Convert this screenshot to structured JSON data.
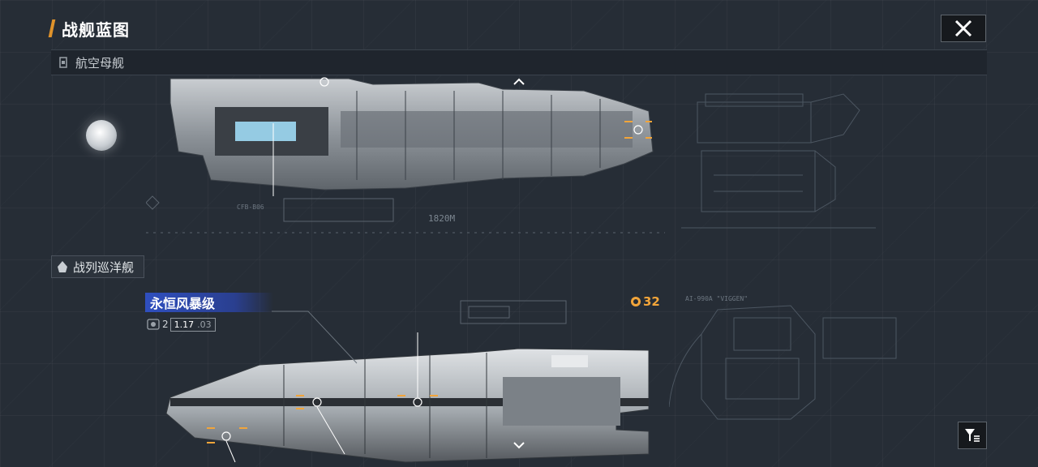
{
  "header": {
    "title": "战舰蓝图",
    "close_icon": "close-icon"
  },
  "sections": {
    "carrier": {
      "label": "航空母舰",
      "icon": "carrier-class-icon"
    },
    "cruiser": {
      "label": "战列巡洋舰",
      "icon": "battlecruiser-class-icon"
    }
  },
  "carrier_blueprint": {
    "length_text": "1820M",
    "model_code": "CFB-B06"
  },
  "ship": {
    "name": "永恒风暴级",
    "stat_count": "2",
    "version_main": "1.17",
    "version_sub": ".03",
    "cost": "32",
    "blueprint_code": "AI-990A \"VIGGEN\""
  },
  "colors": {
    "accent": "#e0932b",
    "cost": "#f2a53a",
    "name_tag": "#2f4fbf"
  }
}
